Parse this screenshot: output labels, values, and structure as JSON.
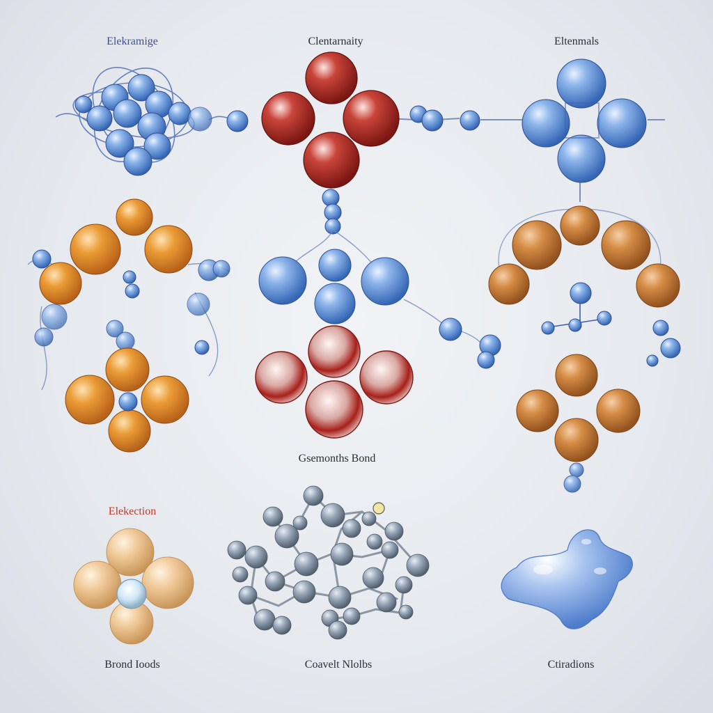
{
  "labels": {
    "top_left": "Elekramige",
    "top_center": "Clentarnaity",
    "top_right": "Eltenmals",
    "middle_center": "Gsemonths Bond",
    "bottom_left_top": "Elekection",
    "bottom_left": "Brond Ioods",
    "bottom_center": "Coavelt Nlolbs",
    "bottom_right": "Ctiradions"
  },
  "colors": {
    "blue": "#5b8fd6",
    "red": "#b8322b",
    "orange": "#e39a3a",
    "peach": "#e8b97c",
    "gray": "#8a97a8",
    "background": "#e6e9ee"
  }
}
